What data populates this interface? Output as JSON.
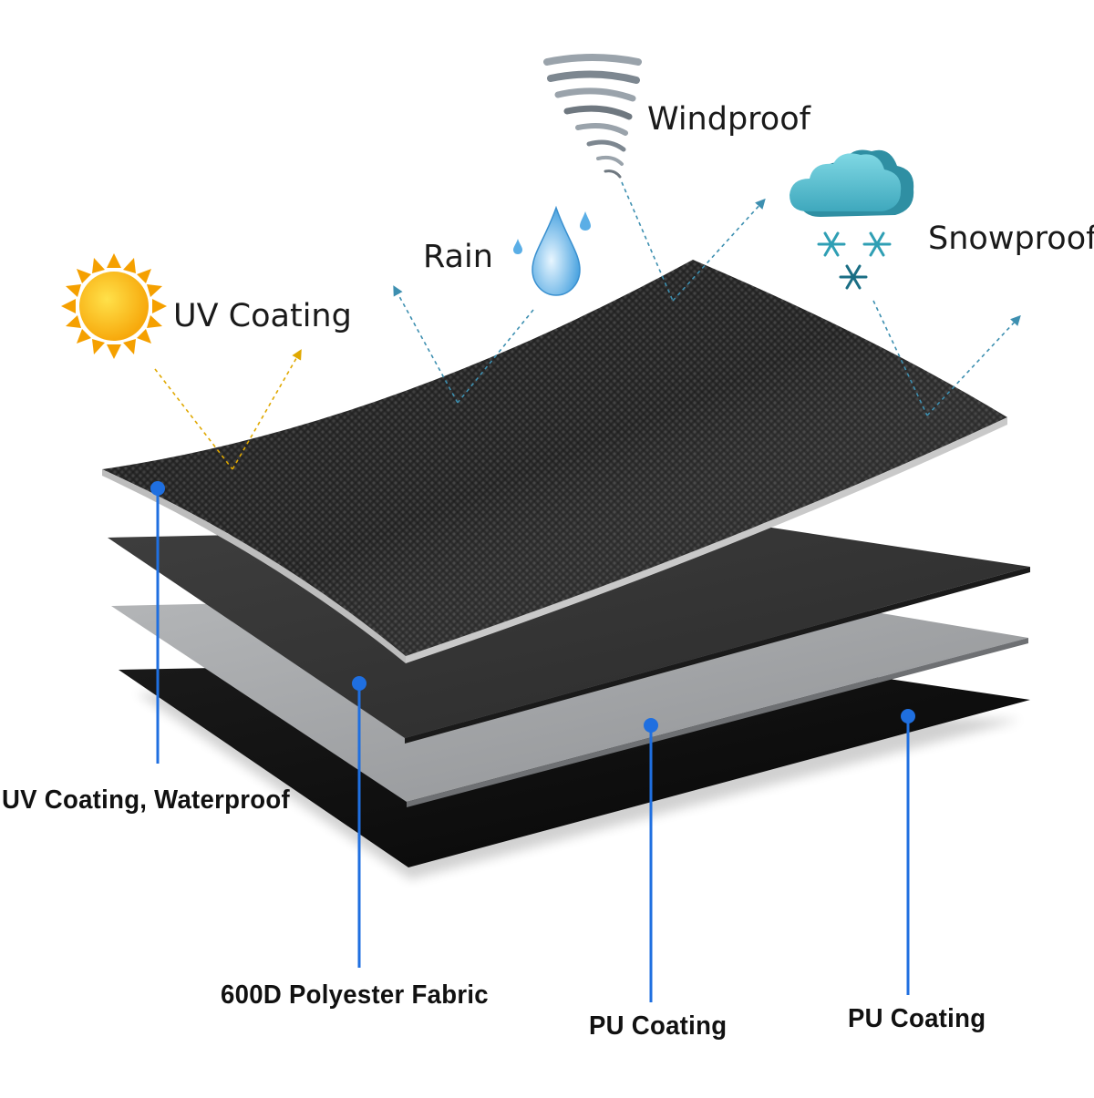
{
  "features": {
    "uv": "UV Coating",
    "rain": "Rain",
    "wind": "Windproof",
    "snow": "Snowproof"
  },
  "layers": {
    "top": "UV Coating, Waterproof",
    "second": "600D Polyester Fabric",
    "third": "PU Coating",
    "bottom": "PU Coating"
  },
  "colors": {
    "callout": "#1f6fe0",
    "arrow": "#3d8fb0",
    "sun": "#f7a90c",
    "cloud": "#5fc4d4",
    "drop": "#5aaee6"
  },
  "icons": [
    "sun-icon",
    "raindrop-icon",
    "tornado-icon",
    "cloud-icon",
    "snowflake-icon"
  ]
}
